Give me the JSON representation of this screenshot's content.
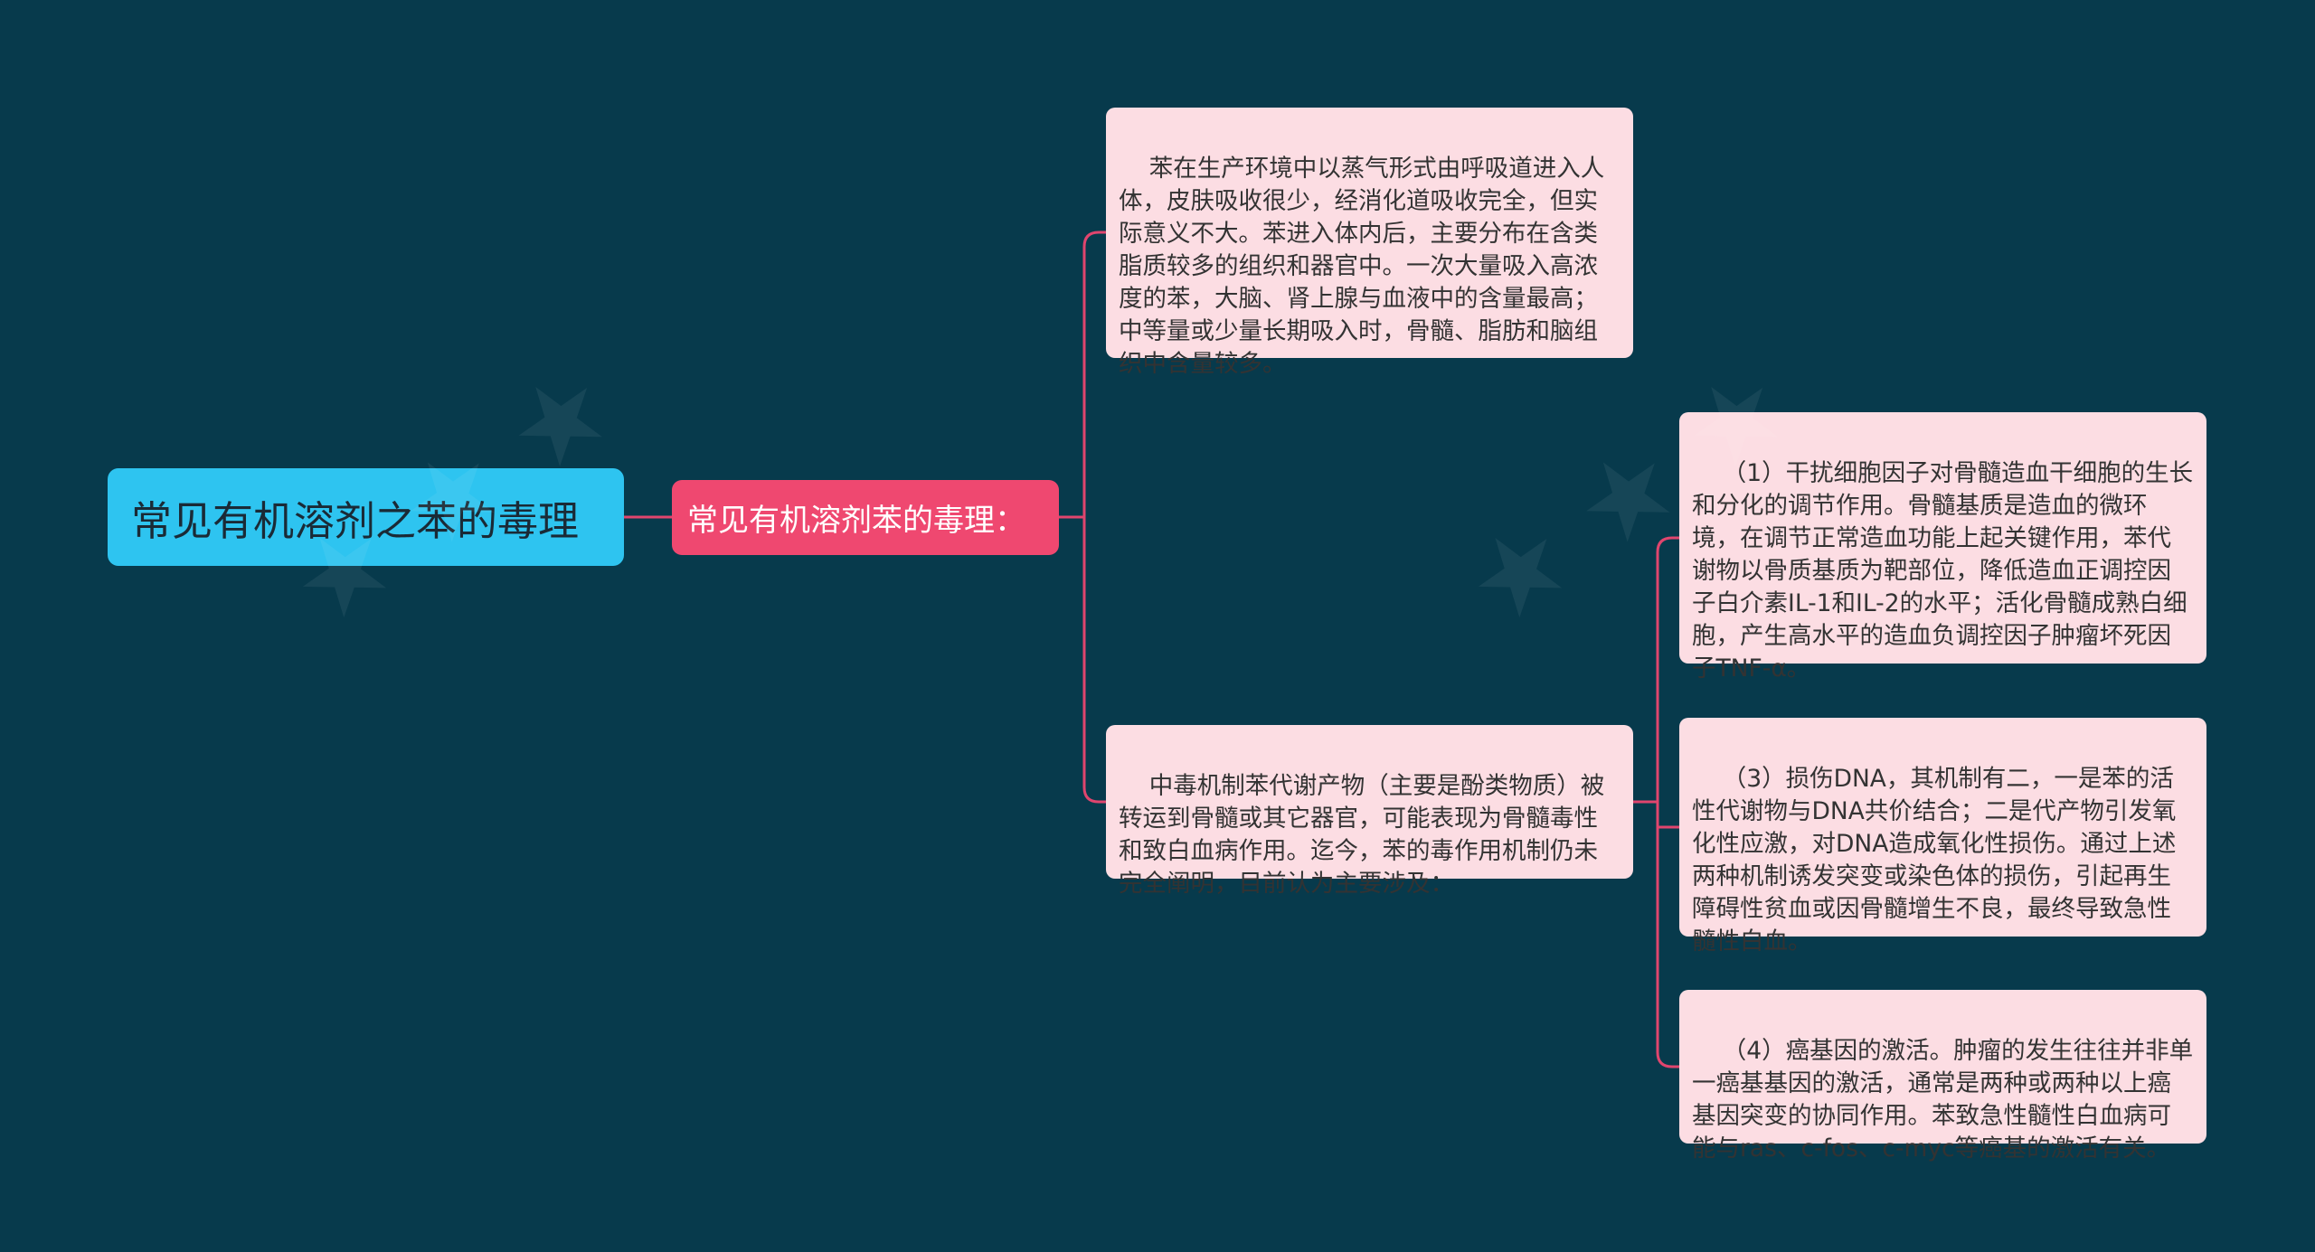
{
  "mindmap": {
    "root": {
      "label": "常见有机溶剂之苯的毒理"
    },
    "main": {
      "label": "常见有机溶剂苯的毒理："
    },
    "leaves": [
      {
        "text": "苯在生产环境中以蒸气形式由呼吸道进入人体，皮肤吸收很少，经消化道吸收完全，但实际意义不大。苯进入体内后，主要分布在含类脂质较多的组织和器官中。一次大量吸入高浓度的苯，大脑、肾上腺与血液中的含量最高；中等量或少量长期吸入时，骨髓、脂肪和脑组织中含量较多。"
      },
      {
        "text": "中毒机制苯代谢产物（主要是酚类物质）被转运到骨髓或其它器官，可能表现为骨髓毒性和致白血病作用。迄今，苯的毒作用机制仍未完全阐明，目前认为主要涉及："
      },
      {
        "text": "（1）干扰细胞因子对骨髓造血干细胞的生长和分化的调节作用。骨髓基质是造血的微环境，在调节正常造血功能上起关键作用，苯代谢物以骨质基质为靶部位，降低造血正调控因子白介素IL-1和IL-2的水平；活化骨髓成熟白细胞，产生高水平的造血负调控因子肿瘤坏死因子TNF-α。"
      },
      {
        "text": "（3）损伤DNA，其机制有二，一是苯的活性代谢物与DNA共价结合；二是代产物引发氧化性应激，对DNA造成氧化性损伤。通过上述两种机制诱发突变或染色体的损伤，引起再生障碍性贫血或因骨髓增生不良，最终导致急性髓性白血。"
      },
      {
        "text": "（4）癌基因的激活。肿瘤的发生往往并非单一癌基基因的激活，通常是两种或两种以上癌基因突变的协同作用。苯致急性髓性白血病可能与ras、c-fos、c-myc等癌基的激活有关。"
      }
    ],
    "colors": {
      "background": "#073a4c",
      "root": "#2ec4f0",
      "main": "#ef4870",
      "leaf": "#fcdde3",
      "connector": "#e0456e"
    }
  }
}
